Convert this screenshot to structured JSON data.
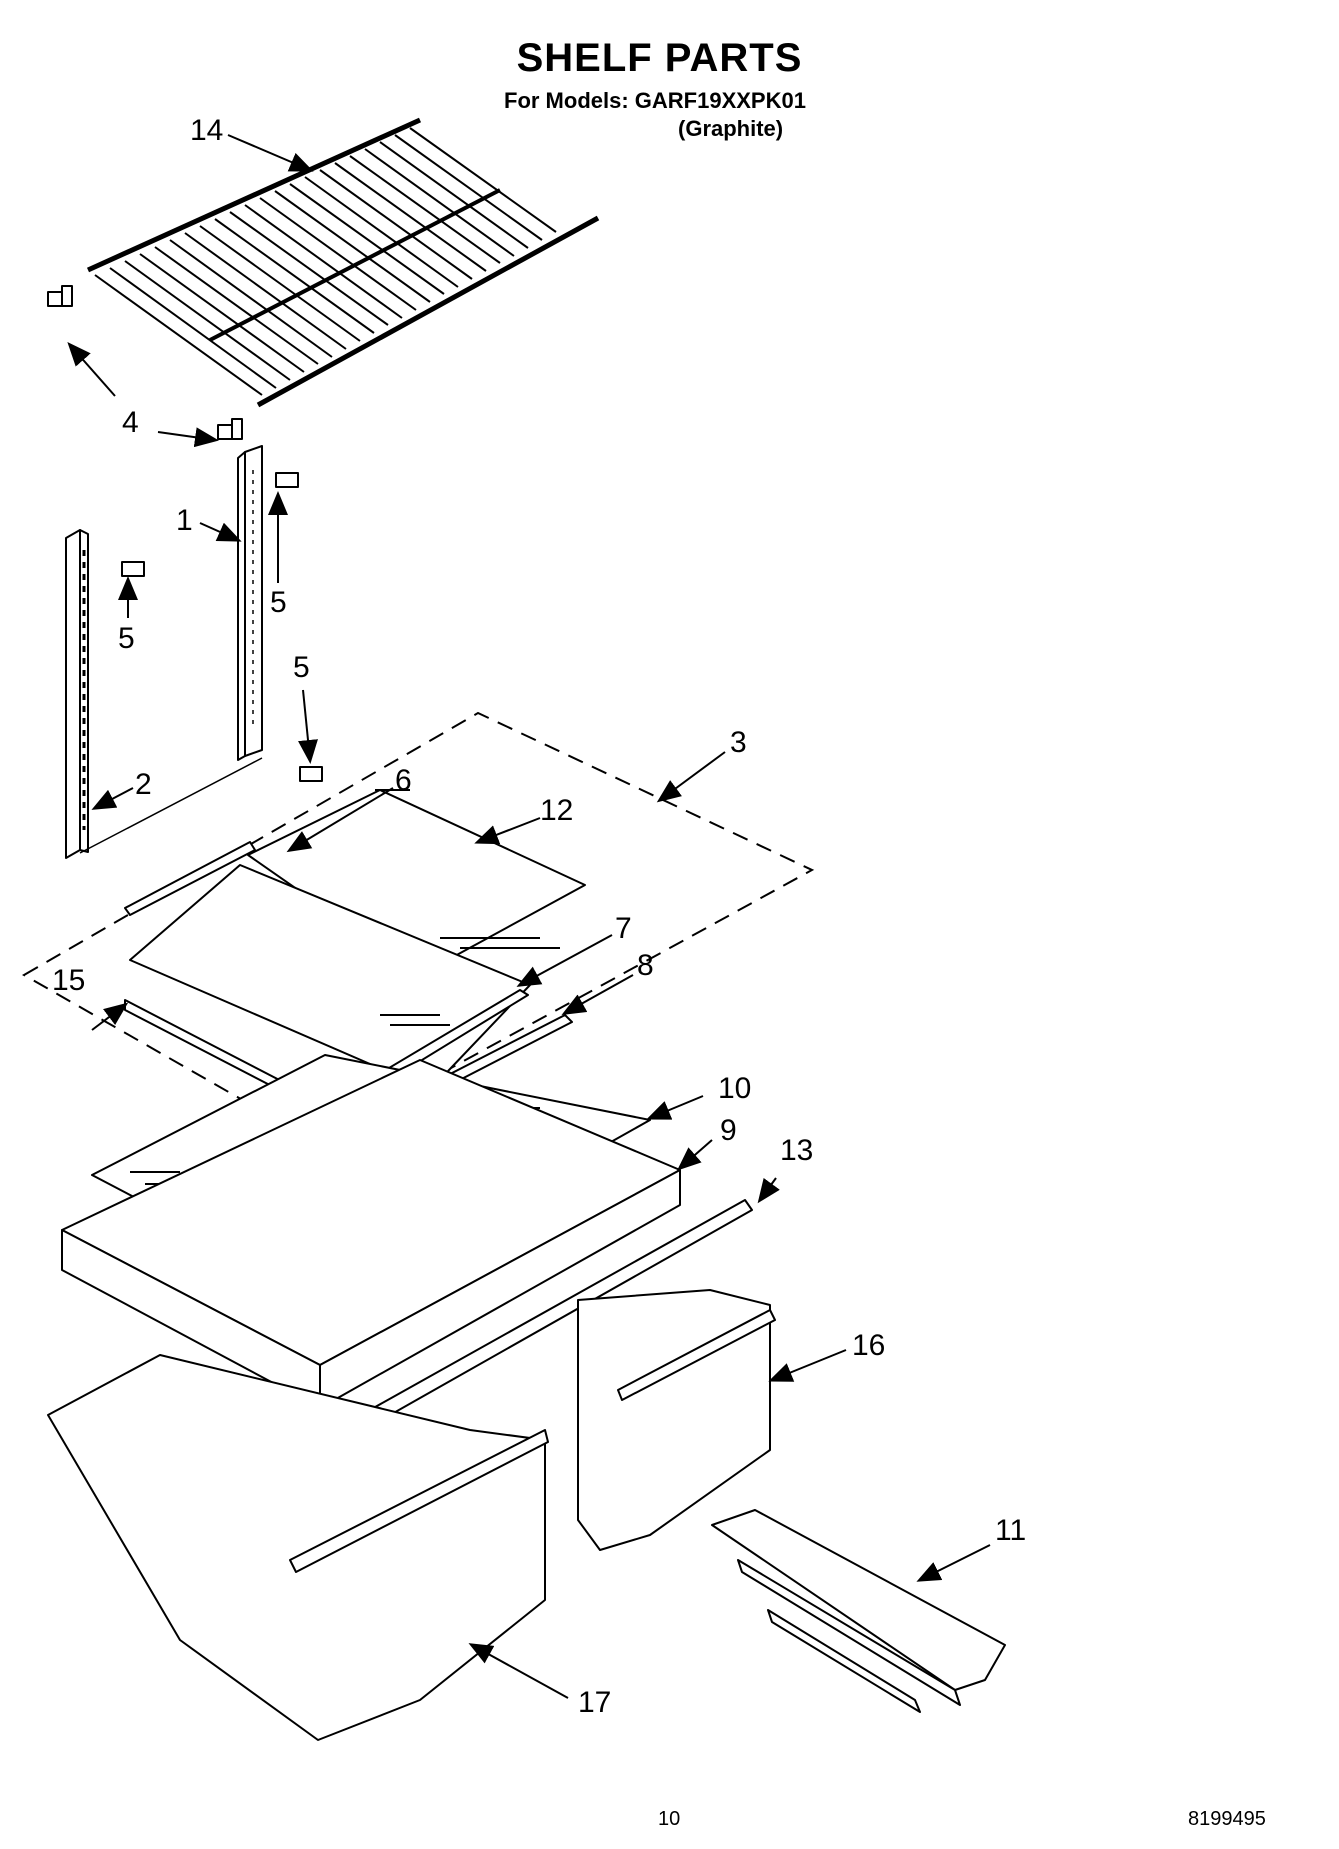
{
  "header": {
    "title": "SHELF PARTS",
    "models_line": "For Models: GARF19XXPK01",
    "color_line": "(Graphite)"
  },
  "footer": {
    "page_number": "10",
    "document_number": "8199495"
  },
  "callouts": [
    {
      "id": "14",
      "label": "14"
    },
    {
      "id": "4",
      "label": "4"
    },
    {
      "id": "1",
      "label": "1"
    },
    {
      "id": "5a",
      "label": "5"
    },
    {
      "id": "5b",
      "label": "5"
    },
    {
      "id": "5c",
      "label": "5"
    },
    {
      "id": "2",
      "label": "2"
    },
    {
      "id": "3",
      "label": "3"
    },
    {
      "id": "6",
      "label": "6"
    },
    {
      "id": "12",
      "label": "12"
    },
    {
      "id": "7",
      "label": "7"
    },
    {
      "id": "8",
      "label": "8"
    },
    {
      "id": "15",
      "label": "15"
    },
    {
      "id": "10",
      "label": "10"
    },
    {
      "id": "9",
      "label": "9"
    },
    {
      "id": "13",
      "label": "13"
    },
    {
      "id": "16",
      "label": "16"
    },
    {
      "id": "11",
      "label": "11"
    },
    {
      "id": "17",
      "label": "17"
    }
  ]
}
